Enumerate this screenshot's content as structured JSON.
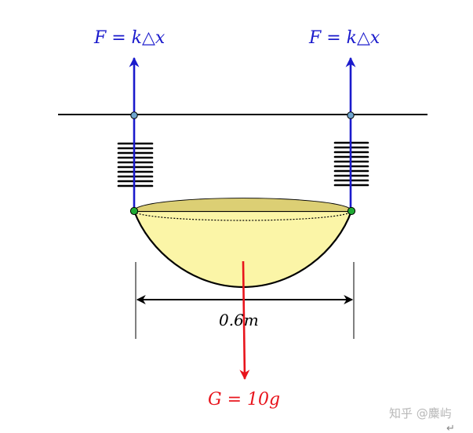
{
  "force_left": {
    "text": "F = k△x",
    "color": "#1a1acc"
  },
  "force_right": {
    "text": "F = k△x",
    "color": "#1a1acc"
  },
  "width_label": {
    "text": "0.6m"
  },
  "weight_label": {
    "text": "G = 10g",
    "color": "#e8141c"
  },
  "watermark": {
    "text": "知乎 @麋屿"
  },
  "return_symbol": {
    "text": "↵"
  },
  "colors": {
    "bowl_fill": "#fbf5a7",
    "bowl_rim_fill": "#dccf74",
    "vector_blue": "#1a1acc",
    "vector_red": "#e8141c",
    "spring_black": "#000000",
    "joint_green": "#1faa33",
    "joint_blue": "#6fa6cf"
  },
  "icons": [
    "spring-coil",
    "arrow-up",
    "arrow-down",
    "double-arrow"
  ]
}
